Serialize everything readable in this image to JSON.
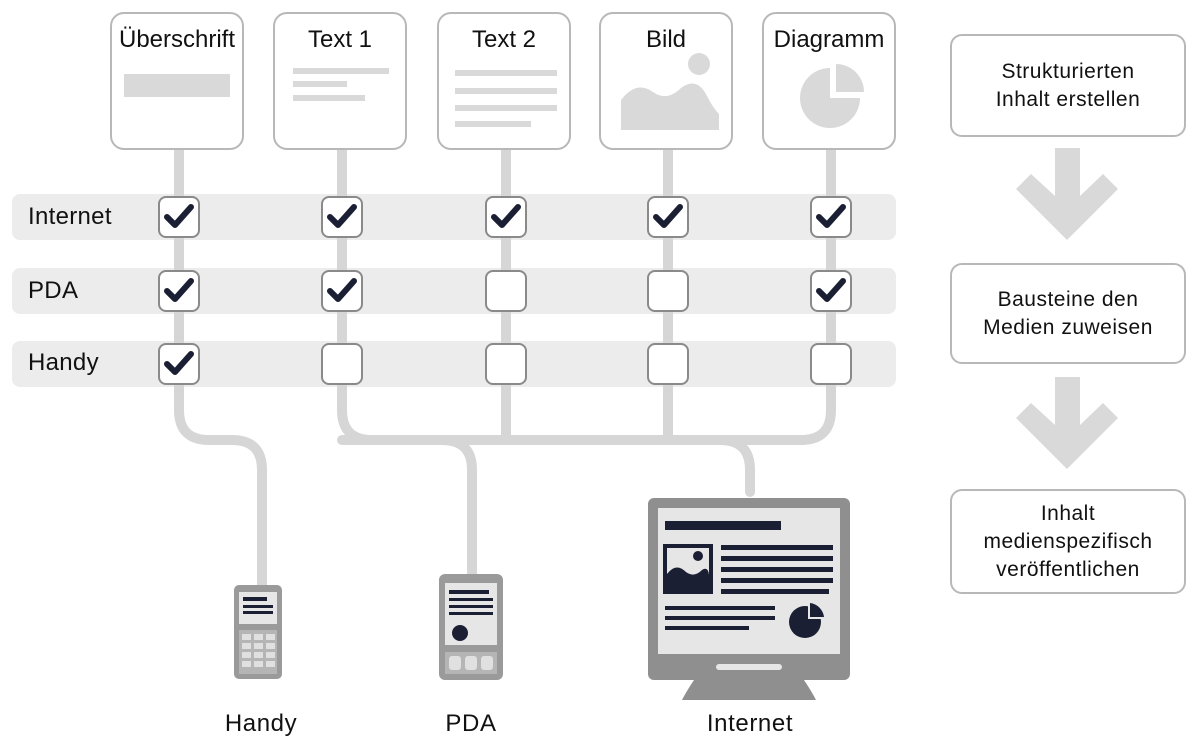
{
  "columns": [
    {
      "label": "Überschrift",
      "illustration": "heading-bar"
    },
    {
      "label": "Text 1",
      "illustration": "text-lines"
    },
    {
      "label": "Text 2",
      "illustration": "text-lines"
    },
    {
      "label": "Bild",
      "illustration": "image"
    },
    {
      "label": "Diagramm",
      "illustration": "pie-chart"
    }
  ],
  "rows": [
    {
      "label": "Internet",
      "checks": [
        true,
        true,
        true,
        true,
        true
      ]
    },
    {
      "label": "PDA",
      "checks": [
        true,
        true,
        false,
        false,
        true
      ]
    },
    {
      "label": "Handy",
      "checks": [
        true,
        false,
        false,
        false,
        false
      ]
    }
  ],
  "steps": [
    {
      "label": "Strukturierten\nInhalt erstellen"
    },
    {
      "label": "Bausteine den\nMedien zuweisen"
    },
    {
      "label": "Inhalt\nmedienspezifisch\nveröffentlichen"
    }
  ],
  "devices": [
    {
      "label": "Handy",
      "icon": "mobile-phone-icon"
    },
    {
      "label": "PDA",
      "icon": "pda-icon"
    },
    {
      "label": "Internet",
      "icon": "computer-monitor-icon"
    }
  ],
  "colors": {
    "line": "#d6d6d6",
    "band": "#ececec",
    "card_border": "#b8b8b8",
    "illustration": "#d9d9d9",
    "check": "#1a1f33",
    "arrow": "#d9d9d9",
    "device_dark": "#1a1f33"
  }
}
